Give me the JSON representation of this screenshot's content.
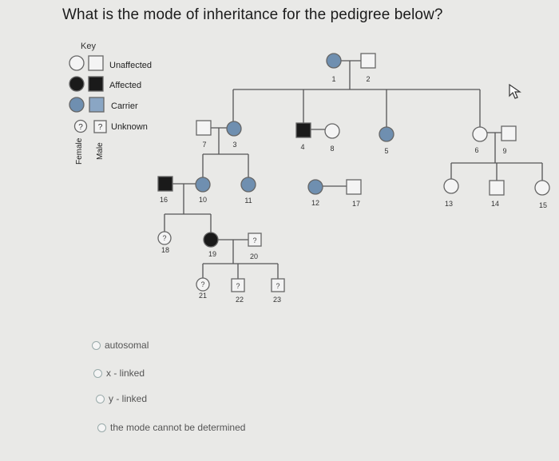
{
  "question": "What is the mode of inheritance for the pedigree below?",
  "key": {
    "title": "Key",
    "unaffected": "Unaffected",
    "affected": "Affected",
    "carrier": "Carrier",
    "unknown": "Unknown",
    "unknown_symbol": "?",
    "female": "Female",
    "male": "Male"
  },
  "pedigree": {
    "i1": "1",
    "i2": "2",
    "i3": "3",
    "i4": "4",
    "i5": "5",
    "i6": "6",
    "i7": "7",
    "i8": "8",
    "i9": "9",
    "i10": "10",
    "i11": "11",
    "i12": "12",
    "i13": "13",
    "i14": "14",
    "i15": "15",
    "i16": "16",
    "i17": "17",
    "i18": "18",
    "i19": "19",
    "i20": "20",
    "i21": "21",
    "i22": "22",
    "i23": "23",
    "q": "?"
  },
  "options": [
    {
      "label": "autosomal"
    },
    {
      "label": "x - linked"
    },
    {
      "label": "y - linked"
    },
    {
      "label": "the mode cannot be determined"
    }
  ],
  "colors": {
    "background": "#e9e9e7",
    "affected": "#1a1a1a",
    "carrier": "#6f8fb0",
    "line": "#555555"
  }
}
